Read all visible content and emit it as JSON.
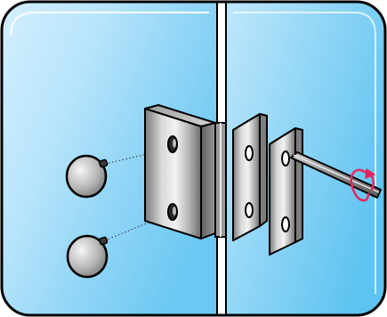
{
  "figure": {
    "components": [
      "glass-panel-left",
      "glass-panel-right",
      "hinge-housing",
      "mounting-plate-front",
      "mounting-plate-back",
      "cover-cap-top",
      "cover-cap-bottom",
      "hex-key",
      "rotation-arrow"
    ],
    "colors": {
      "glass_light": "#d4efff",
      "glass_mid": "#8ed4f6",
      "glass_dark": "#5ec3f0",
      "metal_light": "#eeeeee",
      "metal_mid": "#b5b5b5",
      "metal_dark": "#6f6f6f",
      "outline": "#000000",
      "arrow": "#e8245e"
    }
  }
}
